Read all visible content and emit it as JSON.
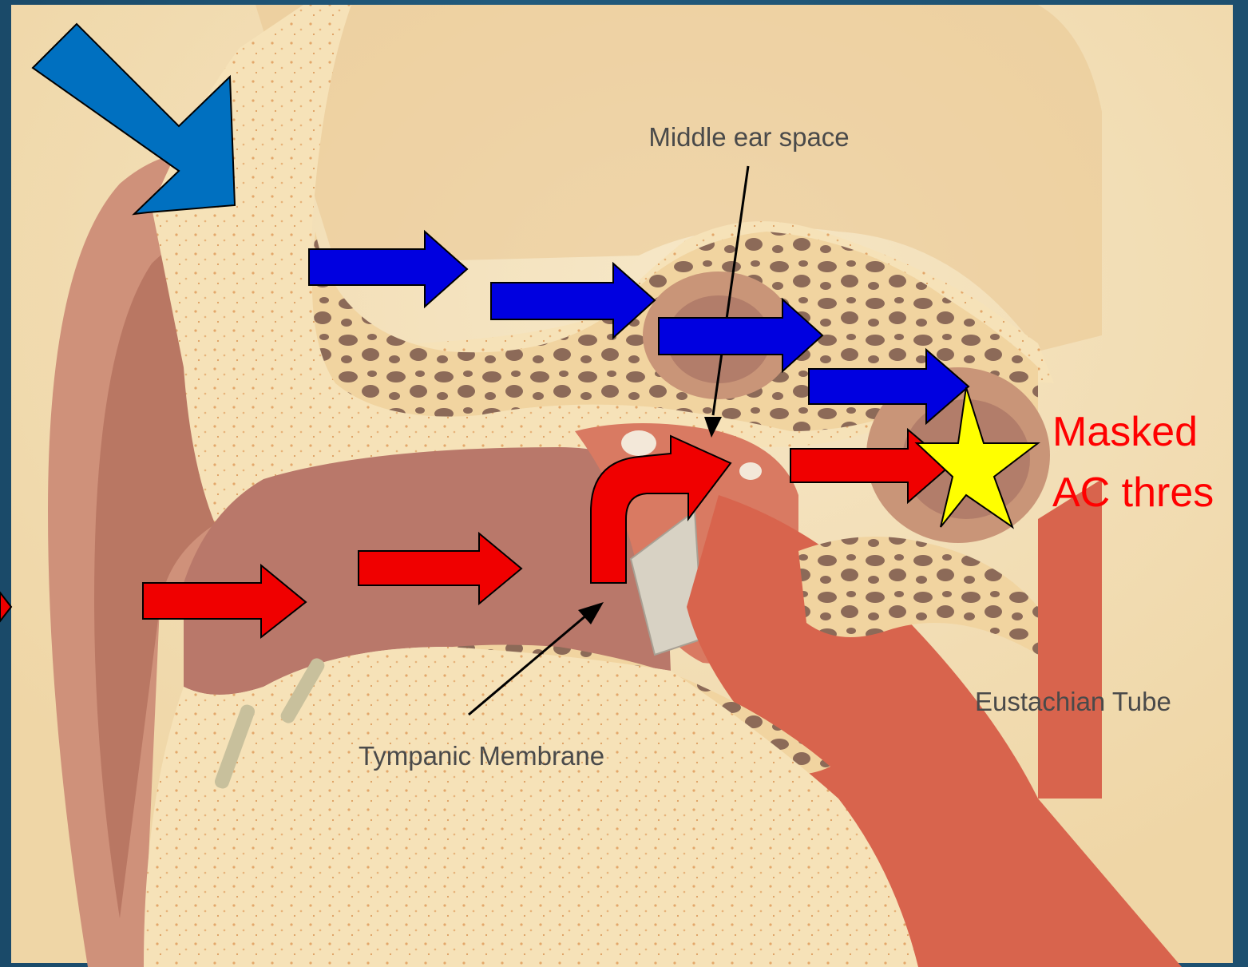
{
  "diagram": {
    "labels": {
      "middle_ear_space": "Middle ear space",
      "tympanic_membrane": "Tympanic Membrane",
      "eustachian_tube": "Eustachian Tube",
      "masked_line1": "Masked",
      "masked_line2": "AC thres"
    },
    "colors": {
      "background": "#1e4d6b",
      "skin": "#d49a80",
      "bone": "#f4dcaa",
      "bone_dark": "#9a7862",
      "air_canal": "#b87a6a",
      "tissue_red": "#d8604a",
      "bone_conduction_arrow": "#0000e0",
      "big_arrow": "#0070c0",
      "air_conduction_arrow": "#f00000",
      "star": "#ffff00"
    },
    "icons": {
      "star": "star-icon",
      "bone_arrow": "arrow-right-icon",
      "air_arrow": "arrow-right-icon",
      "curved_arrow": "curved-arrow-icon",
      "stimulus_arrow": "arrow-down-right-icon"
    }
  }
}
